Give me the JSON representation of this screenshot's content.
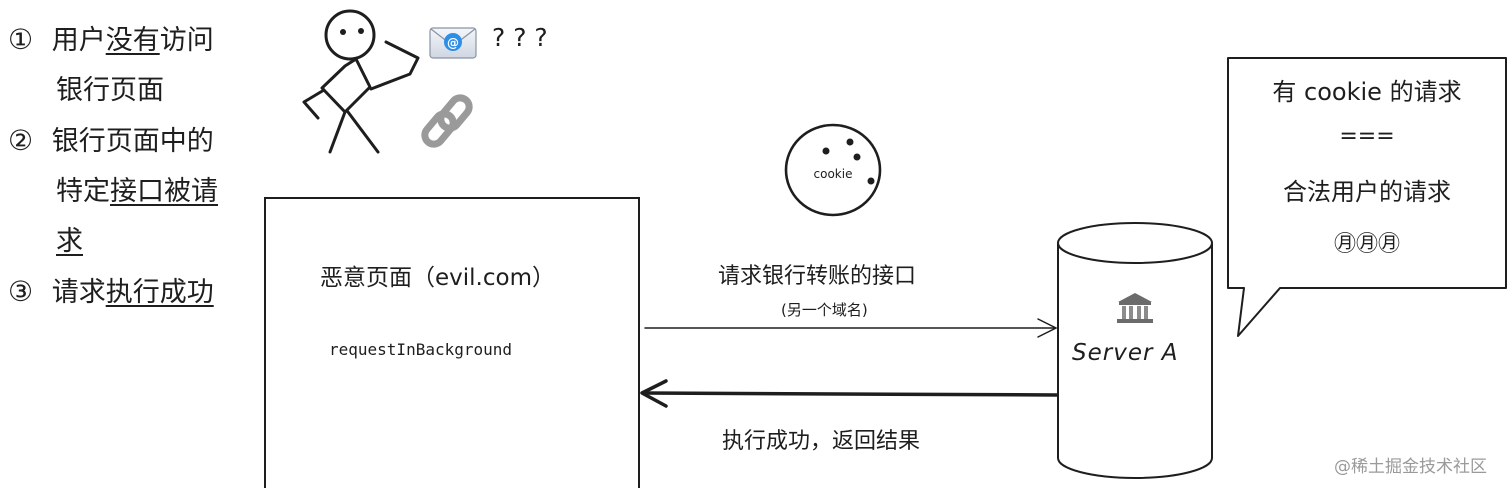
{
  "steps": [
    {
      "num": "①",
      "pre": "用户",
      "u": "没有",
      "post": "访问",
      "line2": "银行页面"
    },
    {
      "num": "②",
      "l1": "银行页面中的",
      "l2pre": "特定",
      "l2u": "接口被请",
      "l3u": "求"
    },
    {
      "num": "③",
      "pre": "请求",
      "u": "执行成功"
    }
  ],
  "question_marks": "? ? ?",
  "email_symbol": "@",
  "cookie_label": "cookie",
  "evil_page": {
    "title": "恶意页面（evil.com）",
    "func": "requestInBackground"
  },
  "request_arrow": {
    "label": "请求银行转账的接口",
    "sublabel": "(另一个域名)"
  },
  "response_arrow": {
    "label": "执行成功，返回结果"
  },
  "server": {
    "label": "Server A"
  },
  "callout": {
    "line1": "有 cookie 的请求",
    "line2": "===",
    "line3": "合法用户的请求",
    "line4": "㊊㊊㊊"
  },
  "watermark": "@稀土掘金技术社区",
  "icons": [
    "stick-figure-icon",
    "envelope-icon",
    "link-icon",
    "cookie-icon",
    "bank-icon"
  ]
}
